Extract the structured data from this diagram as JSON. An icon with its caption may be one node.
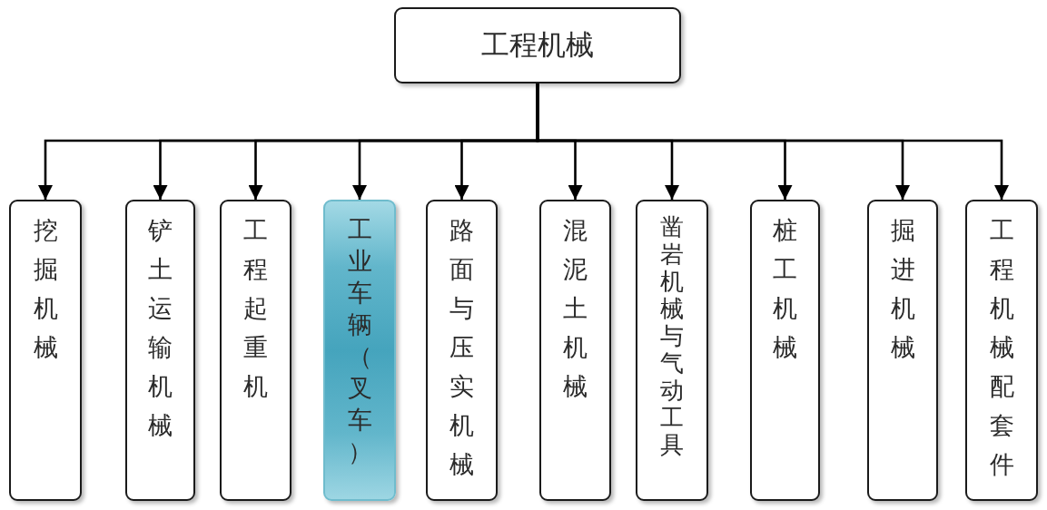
{
  "diagram": {
    "nodes": [
      {
        "text": [
          "工程机械"
        ]
      },
      {
        "text": [
          "挖掘机械"
        ]
      },
      {
        "text": [
          "铲土运输机械"
        ]
      },
      {
        "text": [
          "工程起重机"
        ]
      },
      {
        "text": [
          "工业车辆（叉车）"
        ]
      },
      {
        "text": [
          "路面与压实机械"
        ]
      },
      {
        "text": [
          "混泥土机械"
        ]
      },
      {
        "text": [
          "凿岩机械与气动工具"
        ]
      },
      {
        "text": [
          "桩工机械"
        ]
      },
      {
        "text": [
          "掘进机械"
        ]
      },
      {
        "text": [
          "工程机械配套件"
        ]
      }
    ],
    "edges": [
      {
        "from": 0,
        "to": 1,
        "arrow": "to"
      },
      {
        "from": 0,
        "to": 2,
        "arrow": "to"
      },
      {
        "from": 0,
        "to": 3,
        "arrow": "to"
      },
      {
        "from": 0,
        "to": 4,
        "arrow": "to"
      },
      {
        "from": 0,
        "to": 5,
        "arrow": "to"
      },
      {
        "from": 0,
        "to": 6,
        "arrow": "to"
      },
      {
        "from": 0,
        "to": 7,
        "arrow": "to"
      },
      {
        "from": 0,
        "to": 8,
        "arrow": "to"
      },
      {
        "from": 0,
        "to": 9,
        "arrow": "to"
      },
      {
        "from": 0,
        "to": 10,
        "arrow": "to"
      }
    ]
  }
}
